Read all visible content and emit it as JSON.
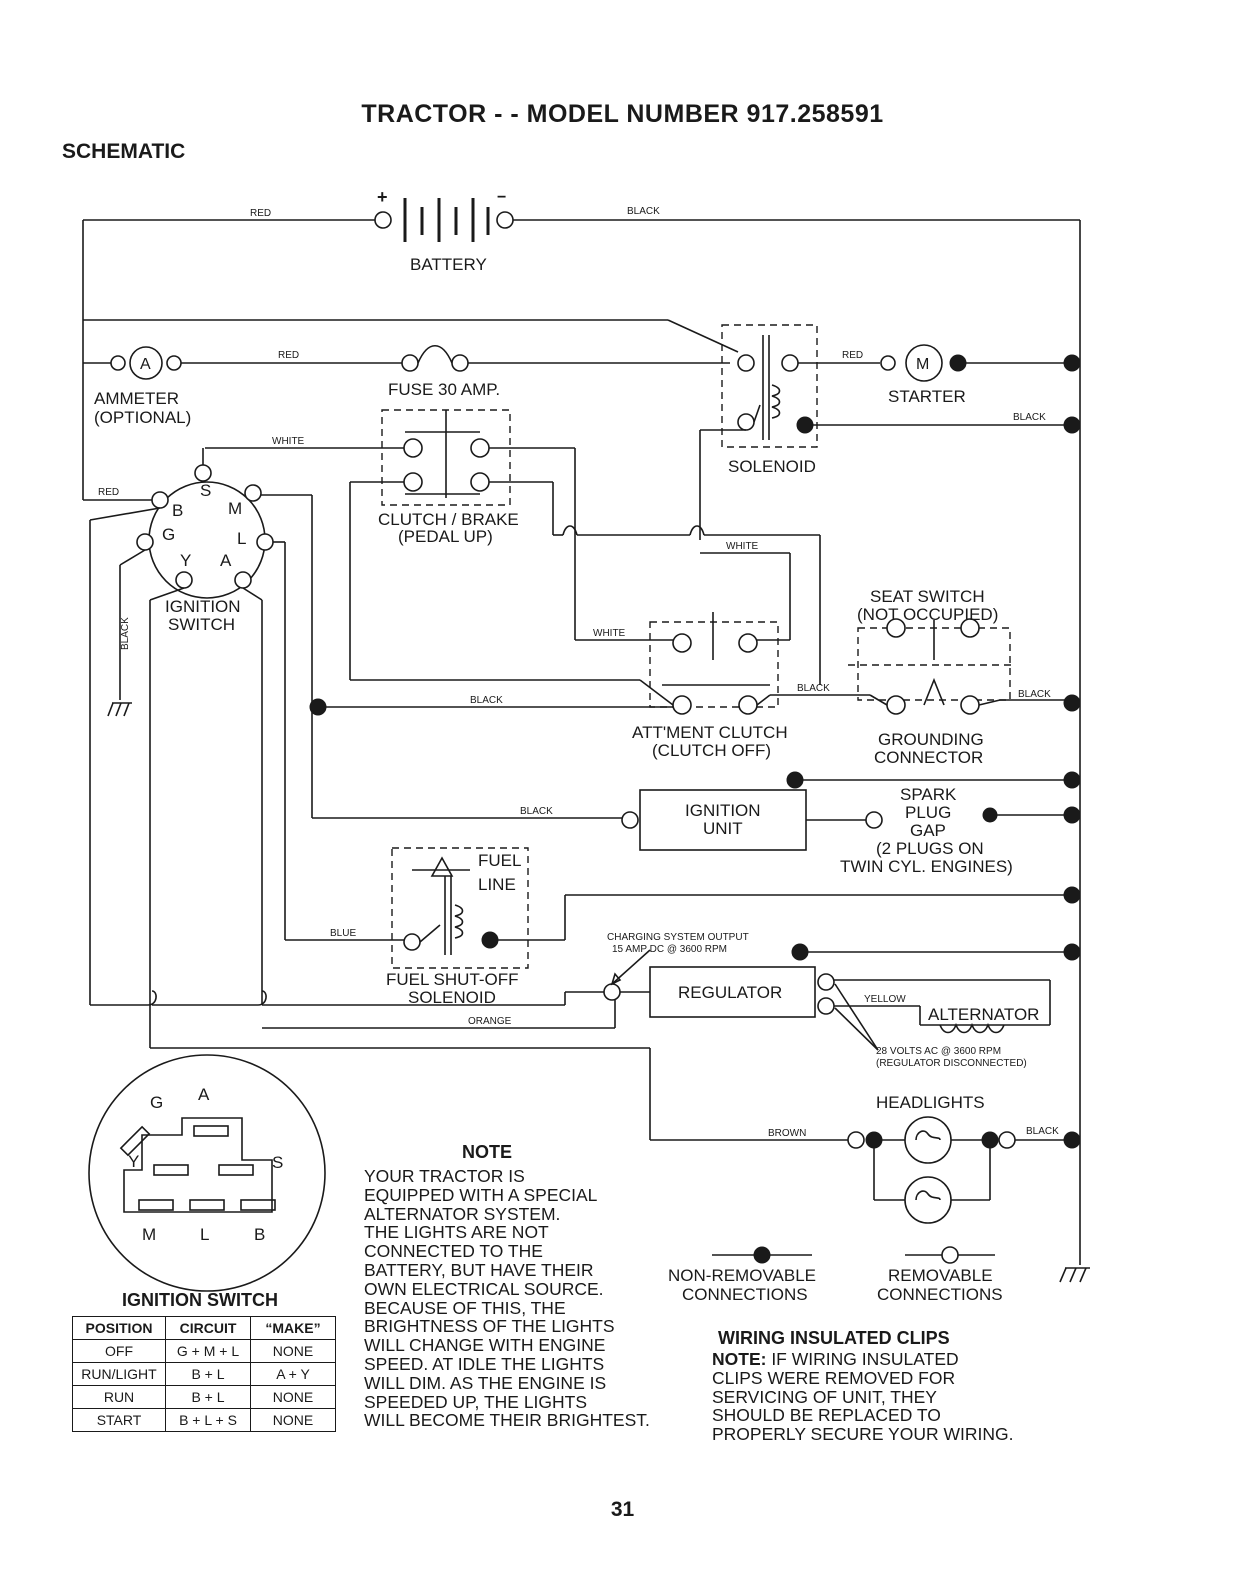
{
  "page": {
    "title": "TRACTOR - - MODEL NUMBER 917.258591",
    "section": "SCHEMATIC",
    "page_number": "31"
  },
  "components": {
    "battery": "BATTERY",
    "battery_pos": "+",
    "battery_neg": "−",
    "ammeter_symbol": "A",
    "ammeter_line1": "AMMETER",
    "ammeter_line2": "(OPTIONAL)",
    "fuse": "FUSE 30 AMP.",
    "starter_symbol": "M",
    "starter": "STARTER",
    "solenoid": "SOLENOID",
    "clutch_brake_line1": "CLUTCH / BRAKE",
    "clutch_brake_line2": "(PEDAL UP)",
    "ignition_switch_line1": "IGNITION",
    "ignition_switch_line2": "SWITCH",
    "seat_switch_line1": "SEAT SWITCH",
    "seat_switch_line2": "(NOT OCCUPIED)",
    "attment_clutch_line1": "ATT'MENT CLUTCH",
    "attment_clutch_line2": "(CLUTCH OFF)",
    "grounding_line1": "GROUNDING",
    "grounding_line2": "CONNECTOR",
    "ignition_unit_line1": "IGNITION",
    "ignition_unit_line2": "UNIT",
    "spark_line1": "SPARK",
    "spark_line2": "PLUG",
    "spark_line3": "GAP",
    "spark_line4": "(2 PLUGS ON",
    "spark_line5": "TWIN CYL. ENGINES)",
    "fuel_line1": "FUEL",
    "fuel_line2": "LINE",
    "fuel_solenoid_line1": "FUEL SHUT-OFF",
    "fuel_solenoid_line2": "SOLENOID",
    "charging_line1": "CHARGING SYSTEM OUTPUT",
    "charging_line2": "15 AMP DC @ 3600 RPM",
    "regulator": "REGULATOR",
    "alternator": "ALTERNATOR",
    "alternator_note1": "28 VOLTS AC @ 3600 RPM",
    "alternator_note2": "(REGULATOR DISCONNECTED)",
    "headlights": "HEADLIGHTS",
    "nonremovable_line1": "NON-REMOVABLE",
    "nonremovable_line2": "CONNECTIONS",
    "removable_line1": "REMOVABLE",
    "removable_line2": "CONNECTIONS"
  },
  "switch_terminals": {
    "b": "B",
    "s": "S",
    "m": "M",
    "g": "G",
    "l": "L",
    "y": "Y",
    "a": "A"
  },
  "wire_labels": {
    "red_battery": "RED",
    "black_battery": "BLACK",
    "red_ammeter": "RED",
    "red_starter": "RED",
    "black_starter": "BLACK",
    "white_clutch": "WHITE",
    "red_switch": "RED",
    "black_vertical": "BLACK",
    "white_solenoid": "WHITE",
    "white_attment": "WHITE",
    "black_attment": "BLACK",
    "black_seat": "BLACK",
    "black_ground": "BLACK",
    "black_ignition": "BLACK",
    "blue_fuel": "BLUE",
    "yellow_alt": "YELLOW",
    "orange_reg": "ORANGE",
    "brown_lights": "BROWN",
    "black_lights": "BLACK"
  },
  "plug_diagram": {
    "g": "G",
    "a": "A",
    "y": "Y",
    "s": "S",
    "m": "M",
    "l": "L",
    "b": "B"
  },
  "ignition_table": {
    "title": "IGNITION SWITCH",
    "headers": [
      "POSITION",
      "CIRCUIT",
      "“MAKE”"
    ],
    "rows": [
      [
        "OFF",
        "G + M + L",
        "NONE"
      ],
      [
        "RUN/LIGHT",
        "B + L",
        "A + Y"
      ],
      [
        "RUN",
        "B + L",
        "NONE"
      ],
      [
        "START",
        "B + L + S",
        "NONE"
      ]
    ]
  },
  "note": {
    "title": "NOTE",
    "lines": [
      "YOUR TRACTOR IS",
      "EQUIPPED WITH A SPECIAL",
      "ALTERNATOR SYSTEM.",
      "THE LIGHTS ARE NOT",
      "CONNECTED TO THE",
      "BATTERY, BUT HAVE THEIR",
      "OWN ELECTRICAL SOURCE.",
      "BECAUSE OF THIS, THE",
      "BRIGHTNESS OF THE LIGHTS",
      "WILL CHANGE WITH ENGINE",
      "SPEED.  AT IDLE THE LIGHTS",
      "WILL DIM.  AS THE ENGINE IS",
      "SPEEDED UP, THE LIGHTS",
      "WILL BECOME THEIR BRIGHTEST."
    ]
  },
  "clips": {
    "title": "WIRING INSULATED CLIPS",
    "note_label": "NOTE:",
    "first": " IF WIRING INSULATED",
    "lines": [
      "CLIPS WERE REMOVED FOR",
      "SERVICING OF UNIT, THEY",
      "SHOULD BE REPLACED TO",
      "PROPERLY SECURE YOUR WIRING."
    ]
  }
}
